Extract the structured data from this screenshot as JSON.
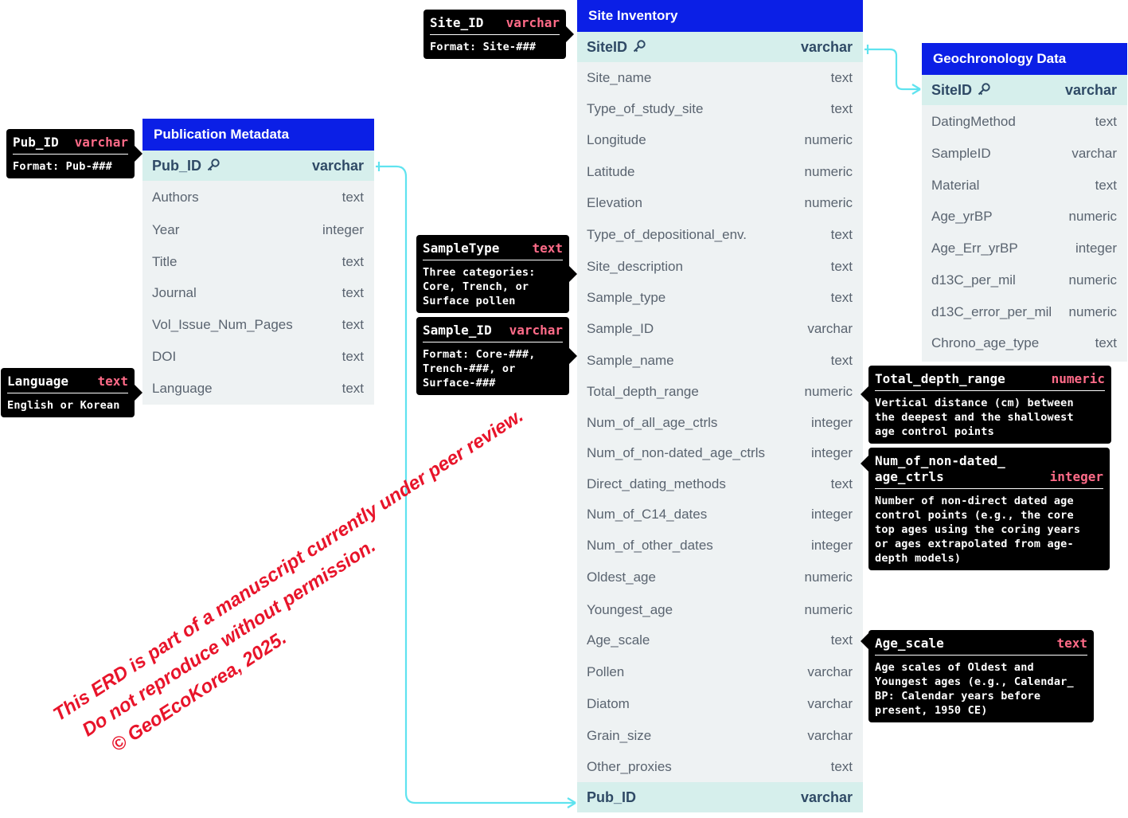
{
  "colors": {
    "header_bg": "#0b1fe6",
    "key_row_bg": "#d6efec",
    "table_bg": "#eef2f3",
    "connector": "#5fe3ef",
    "note_type": "#ff6b88",
    "watermark": "#e8142a"
  },
  "tables": {
    "site": {
      "title": "Site Inventory",
      "key": {
        "name": "SiteID",
        "type": "varchar",
        "icon": "key-icon"
      },
      "fields": [
        {
          "name": "Site_name",
          "type": "text"
        },
        {
          "name": "Type_of_study_site",
          "type": "text"
        },
        {
          "name": "Longitude",
          "type": "numeric"
        },
        {
          "name": "Latitude",
          "type": "numeric"
        },
        {
          "name": "Elevation",
          "type": "numeric"
        },
        {
          "name": "Type_of_depositional_env.",
          "type": "text"
        },
        {
          "name": "Site_description",
          "type": "text"
        },
        {
          "name": "Sample_type",
          "type": "text"
        },
        {
          "name": "Sample_ID",
          "type": "varchar"
        },
        {
          "name": "Sample_name",
          "type": "text"
        },
        {
          "name": "Total_depth_range",
          "type": "numeric"
        },
        {
          "name": "Num_of_all_age_ctrls",
          "type": "integer"
        },
        {
          "name": "Num_of_non-dated_age_ctrls",
          "type": "integer"
        },
        {
          "name": "Direct_dating_methods",
          "type": "text"
        },
        {
          "name": "Num_of_C14_dates",
          "type": "integer"
        },
        {
          "name": "Num_of_other_dates",
          "type": "integer"
        },
        {
          "name": "Oldest_age",
          "type": "numeric"
        },
        {
          "name": "Youngest_age",
          "type": "numeric"
        },
        {
          "name": "Age_scale",
          "type": "text"
        },
        {
          "name": "Pollen",
          "type": "varchar"
        },
        {
          "name": "Diatom",
          "type": "varchar"
        },
        {
          "name": "Grain_size",
          "type": "varchar"
        },
        {
          "name": "Other_proxies",
          "type": "text"
        }
      ],
      "foreign_key": {
        "name": "Pub_ID",
        "type": "varchar"
      }
    },
    "publication": {
      "title": "Publication Metadata",
      "key": {
        "name": "Pub_ID",
        "type": "varchar",
        "icon": "key-icon"
      },
      "fields": [
        {
          "name": "Authors",
          "type": "text"
        },
        {
          "name": "Year",
          "type": "integer"
        },
        {
          "name": "Title",
          "type": "text"
        },
        {
          "name": "Journal",
          "type": "text"
        },
        {
          "name": "Vol_Issue_Num_Pages",
          "type": "text"
        },
        {
          "name": "DOI",
          "type": "text"
        },
        {
          "name": "Language",
          "type": "text"
        }
      ]
    },
    "geochronology": {
      "title": "Geochronology Data",
      "key": {
        "name": "SiteID",
        "type": "varchar",
        "icon": "key-icon"
      },
      "fields": [
        {
          "name": "DatingMethod",
          "type": "text"
        },
        {
          "name": "SampleID",
          "type": "varchar"
        },
        {
          "name": "Material",
          "type": "text"
        },
        {
          "name": "Age_yrBP",
          "type": "numeric"
        },
        {
          "name": "Age_Err_yrBP",
          "type": "integer"
        },
        {
          "name": "d13C_per_mil",
          "type": "numeric"
        },
        {
          "name": "d13C_error_per_mil",
          "type": "numeric"
        },
        {
          "name": "Chrono_age_type",
          "type": "text"
        }
      ]
    }
  },
  "notes": {
    "site_id": {
      "name": "Site_ID",
      "type": "varchar",
      "text": "Format: Site-###"
    },
    "pub_id": {
      "name": "Pub_ID",
      "type": "varchar",
      "text": "Format: Pub-###"
    },
    "language": {
      "name": "Language",
      "type": "text",
      "text": "English or Korean"
    },
    "sample_type": {
      "name": "SampleType",
      "type": "text",
      "text": "Three categories:\nCore, Trench, or\nSurface pollen"
    },
    "sample_id": {
      "name": "Sample_ID",
      "type": "varchar",
      "text": "Format: Core-###,\nTrench-###, or\nSurface-###"
    },
    "total_depth": {
      "name": "Total_depth_range",
      "type": "numeric",
      "text": "Vertical distance (cm) between\nthe deepest and the shallowest\nage control points"
    },
    "non_dated": {
      "name": "Num_of_non-dated_\nage_ctrls",
      "type": "integer",
      "text": "Number of non-direct dated age\ncontrol points (e.g., the core\ntop ages using the coring years\nor ages extrapolated from age-\ndepth models)"
    },
    "age_scale": {
      "name": "Age_scale",
      "type": "text",
      "text": "Age scales of Oldest and\nYoungest ages (e.g., Calendar_\nBP: Calendar years before\npresent, 1950 CE)"
    }
  },
  "watermark": {
    "line1": "This ERD is part of a manuscript currently under peer review.",
    "line2": "Do not reproduce without permission.",
    "line3": "© GeoEcoKorea, 2025."
  }
}
